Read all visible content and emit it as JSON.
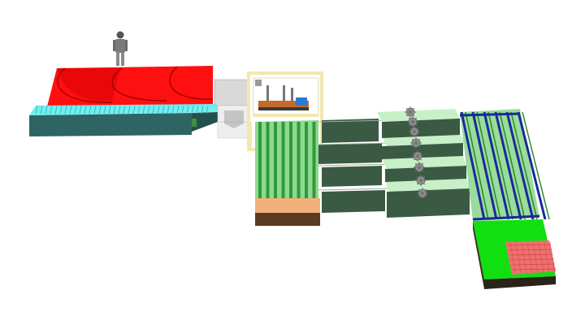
{
  "scene": {
    "background": "#ffffff",
    "colors": {
      "oven_red": "#ff1010",
      "oven_red_dark": "#c80000",
      "conveyor_cyan": "#6ff0f0",
      "base_teal": "#2e6464",
      "frame_cream": "#f0e8b0",
      "bed_green": "#8fd890",
      "bed_orange": "#f2b07a",
      "bed_brown": "#5a3a22",
      "dark_panel": "#3a5a44",
      "pale_green": "#c8f0c8",
      "rack_blue": "#1a2a9a",
      "pallet_green": "#10e010",
      "brick_red": "#f07070"
    },
    "objects": [
      "worker-figure",
      "oven-roof",
      "infeed-conveyor",
      "transfer-hopper",
      "cutting-frame",
      "cutting-bed",
      "slicing-lines",
      "saw-blades",
      "stacking-rack",
      "output-pallet"
    ]
  }
}
